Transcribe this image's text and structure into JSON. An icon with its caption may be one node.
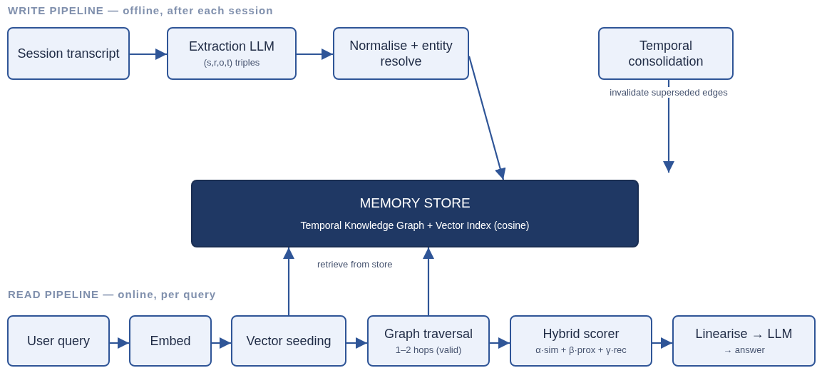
{
  "diagram": {
    "nodes": [
      {
        "text": [
          "Session transcript"
        ]
      },
      {
        "text": [
          "Extraction LLM",
          "(s,r,o,t) triples"
        ]
      },
      {
        "text": [
          "Normalise + entity resolve"
        ]
      },
      {
        "text": [
          "Temporal consolidation"
        ]
      },
      {
        "text": [
          "MEMORY STORE",
          "Temporal Knowledge Graph + Vector Index (cosine)"
        ]
      },
      {
        "text": [
          "User query"
        ]
      },
      {
        "text": [
          "Embed"
        ]
      },
      {
        "text": [
          "Vector seeding"
        ]
      },
      {
        "text": [
          "Graph traversal",
          "1–2 hops (valid)"
        ]
      },
      {
        "text": [
          "Hybrid scorer",
          "α·sim + β·prox + γ·rec"
        ]
      },
      {
        "text": [
          "Linearise → LLM",
          "→ answer"
        ]
      }
    ],
    "edges": [
      {
        "from": 0,
        "to": 1,
        "arrow": "to"
      },
      {
        "from": 1,
        "to": 2,
        "arrow": "to"
      },
      {
        "from": 2,
        "to": 4,
        "arrow": "to"
      },
      {
        "from": 3,
        "to": null,
        "arrow": "to",
        "label": "invalidate superseded edges"
      },
      {
        "from": 7,
        "to": 4,
        "arrow": "to"
      },
      {
        "from": 8,
        "to": 4,
        "arrow": "to"
      },
      {
        "from": 5,
        "to": 6,
        "arrow": "to"
      },
      {
        "from": 6,
        "to": 7,
        "arrow": "to"
      },
      {
        "from": 7,
        "to": 8,
        "arrow": "to"
      },
      {
        "from": 8,
        "to": 9,
        "arrow": "to"
      },
      {
        "from": 9,
        "to": 10,
        "arrow": "to"
      }
    ],
    "labels": [
      "WRITE PIPELINE — offline, after each session",
      "retrieve from store",
      "READ PIPELINE — online, per query"
    ]
  }
}
